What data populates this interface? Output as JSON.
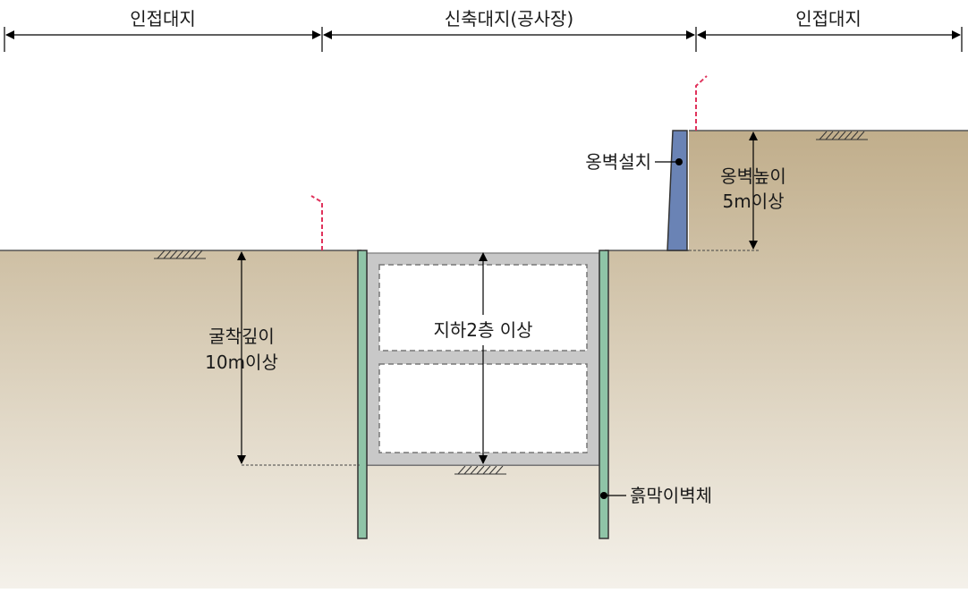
{
  "header": {
    "left_lot": "인접대지",
    "center_lot": "신축대지(공사장)",
    "right_lot": "인접대지"
  },
  "labels": {
    "retaining_wall": "옹벽설치",
    "wall_height_line1": "옹벽높이",
    "wall_height_line2": "5m이상",
    "excavation_line1": "굴착깊이",
    "excavation_line2": "10m이상",
    "basement": "지하2층 이상",
    "earth_wall": "흙막이벽체"
  },
  "colors": {
    "soil_top": "#c2b08e",
    "soil_bottom": "#f2efe6",
    "earth_wall": "#8fc4a7",
    "retaining_wall": "#6a83b5",
    "structure": "#c8c8c8",
    "boundary_marker": "#e0335c"
  }
}
